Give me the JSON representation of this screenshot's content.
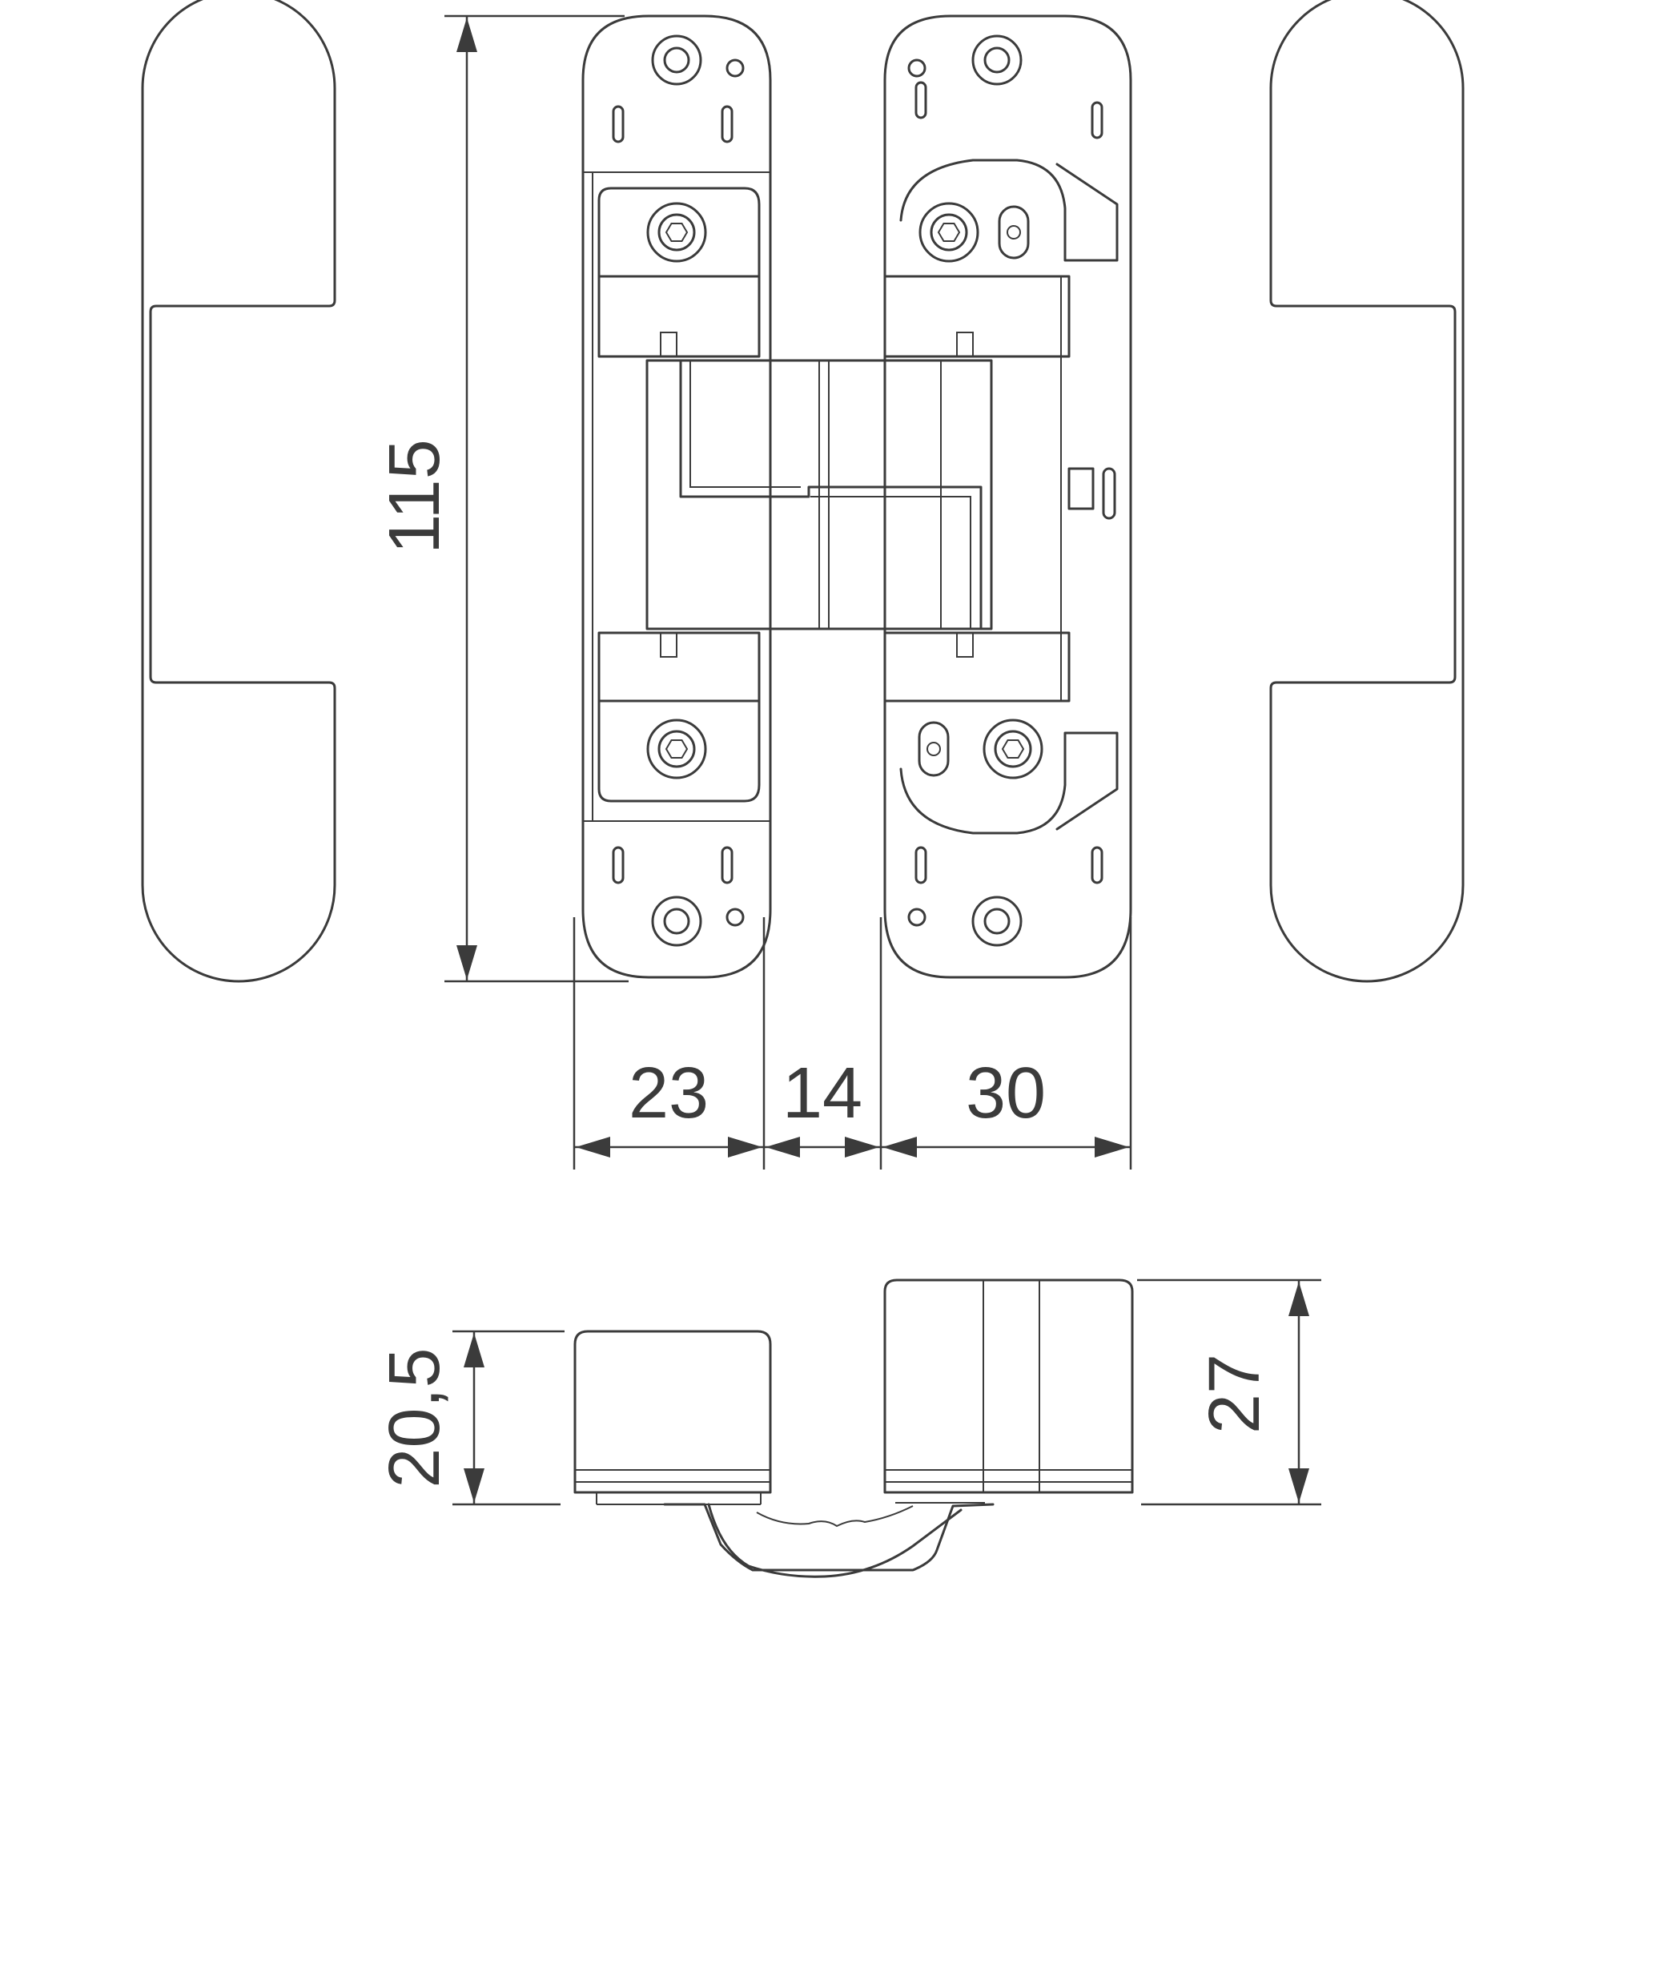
{
  "dimensions": {
    "height": "115",
    "width_left": "23",
    "width_gap": "14",
    "width_right": "30",
    "depth_left": "20,5",
    "depth_right": "27"
  },
  "colors": {
    "line": "#3b3b3b",
    "background": "#ffffff"
  }
}
